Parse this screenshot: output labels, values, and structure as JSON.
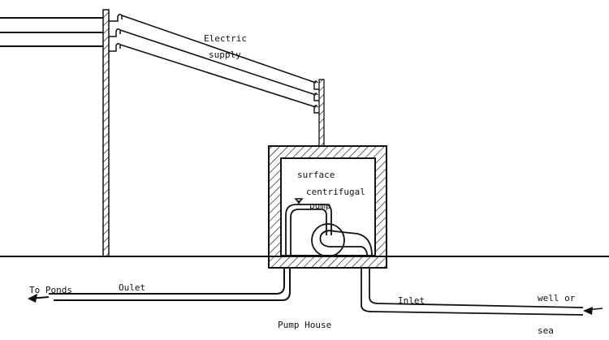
{
  "diagram": {
    "title": "Pump House",
    "labels": {
      "electric_line1": "Electric",
      "electric_line2": "supply",
      "pump_line1": "surface",
      "pump_line2": "centrifugal",
      "pump_line3": "pump",
      "outlet": "Oulet",
      "to_ponds": "To Ponds",
      "inlet": "Inlet",
      "source_line1": "well or",
      "source_line2": "sea",
      "pump_house": "Pump House"
    },
    "components": [
      {
        "id": "main-utility-pole",
        "type": "pole",
        "wires": 3
      },
      {
        "id": "service-pole",
        "type": "pole",
        "wires": 3
      },
      {
        "id": "pump-house",
        "type": "hatched-enclosure"
      },
      {
        "id": "centrifugal-pump",
        "type": "pump"
      },
      {
        "id": "outlet-pipe",
        "type": "pipe",
        "flow_direction": "left",
        "destination": "To Ponds"
      },
      {
        "id": "inlet-pipe",
        "type": "pipe",
        "flow_direction": "left",
        "source": "well or sea"
      }
    ],
    "colors": {
      "ink": "#111111",
      "background": "#ffffff"
    }
  }
}
